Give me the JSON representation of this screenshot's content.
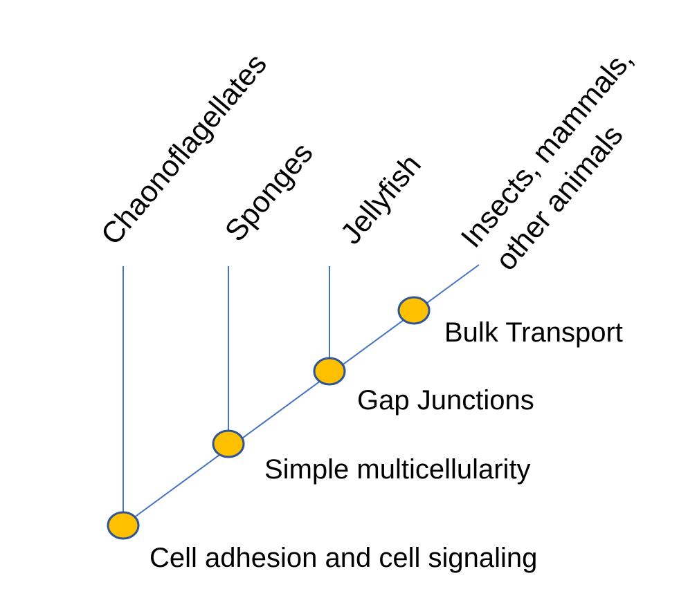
{
  "taxa": [
    {
      "label": "Chaonoflagellates"
    },
    {
      "label": "Sponges"
    },
    {
      "label": "Jellyfish"
    },
    {
      "label_lines": [
        "Insects, mammals,",
        "other animals"
      ]
    }
  ],
  "traits": [
    {
      "label": "Cell adhesion and cell signaling"
    },
    {
      "label": "Simple multicellularity"
    },
    {
      "label": "Gap Junctions"
    },
    {
      "label": "Bulk Transport"
    }
  ],
  "colors": {
    "line": "#4472C4",
    "node_fill": "#FFC000",
    "node_stroke": "#2F5597",
    "text": "#000000"
  }
}
